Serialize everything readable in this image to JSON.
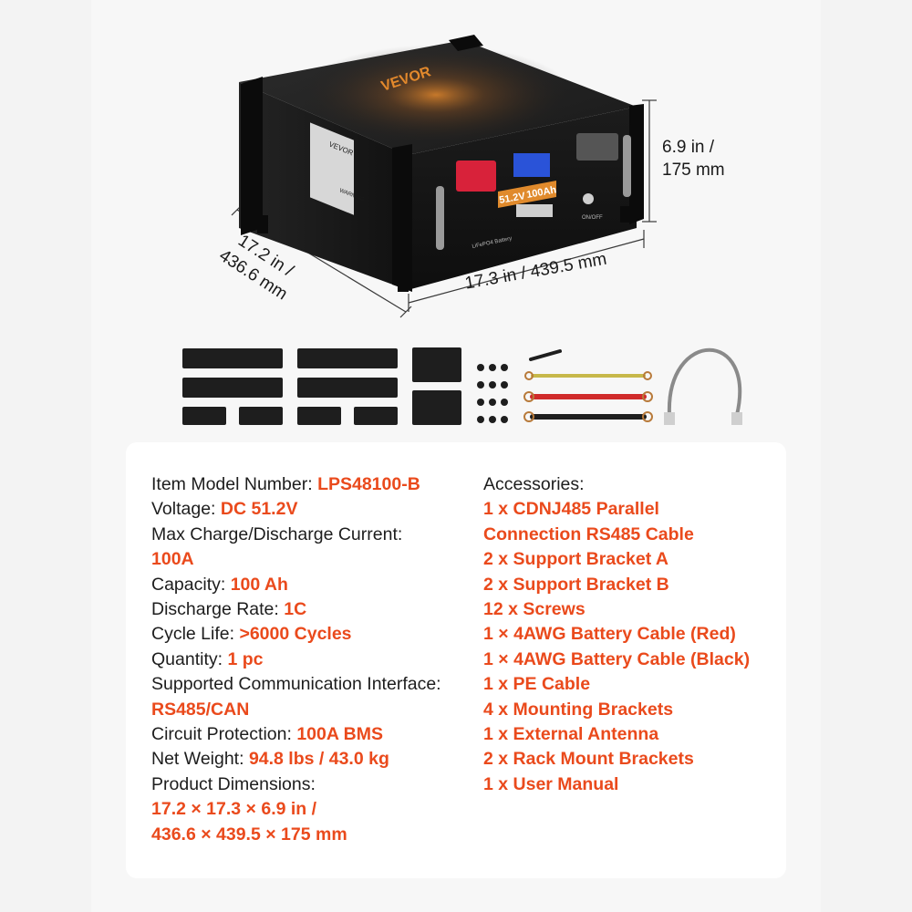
{
  "colors": {
    "accent": "#ea4a1c",
    "battery_body": "#1c1c1c",
    "background": "#f3f3f3"
  },
  "product": {
    "brand": "VEVOR",
    "voltage_badge": "51.2V",
    "capacity_badge": "100Ah",
    "front_label": "LiFePO4 Battery",
    "switch_label": "ON/OFF",
    "side_label": "VEVOR",
    "warning_label": "WARNING"
  },
  "dimensions": {
    "height_line1": "6.9 in /",
    "height_line2": "175 mm",
    "width": "17.3 in / 439.5 mm",
    "depth_line1": "17.2 in /",
    "depth_line2": "436.6 mm"
  },
  "specs": [
    {
      "label": "Item Model Number: ",
      "value": "LPS48100-B"
    },
    {
      "label": "Voltage: ",
      "value": "DC 51.2V"
    },
    {
      "label": "Max Charge/Discharge Current:",
      "value": ""
    },
    {
      "label": "",
      "value": "100A"
    },
    {
      "label": "Capacity: ",
      "value": "100 Ah"
    },
    {
      "label": "Discharge Rate: ",
      "value": "1C"
    },
    {
      "label": "Cycle Life: ",
      "value": ">6000 Cycles"
    },
    {
      "label": "Quantity: ",
      "value": "1 pc"
    },
    {
      "label": "Supported Communication Interface:",
      "value": ""
    },
    {
      "label": "",
      "value": "RS485/CAN"
    },
    {
      "label": "Circuit Protection: ",
      "value": "100A BMS"
    },
    {
      "label": "Net Weight: ",
      "value": "94.8 lbs / 43.0 kg"
    },
    {
      "label": "Product Dimensions:",
      "value": ""
    },
    {
      "label": "",
      "value": "17.2 × 17.3 × 6.9 in /"
    },
    {
      "label": "",
      "value": "436.6 × 439.5 × 175 mm"
    }
  ],
  "accessories": {
    "title": "Accessories:",
    "items": [
      "1 x CDNJ485 Parallel",
      "Connection RS485 Cable",
      "2 x Support Bracket A",
      "2 x Support Bracket B",
      "12 x Screws",
      "1 × 4AWG Battery Cable (Red)",
      "1 × 4AWG Battery Cable (Black)",
      "1 x PE Cable",
      "4 x Mounting Brackets",
      "1 x External Antenna",
      "2 x Rack Mount Brackets",
      "1 x User Manual"
    ]
  }
}
